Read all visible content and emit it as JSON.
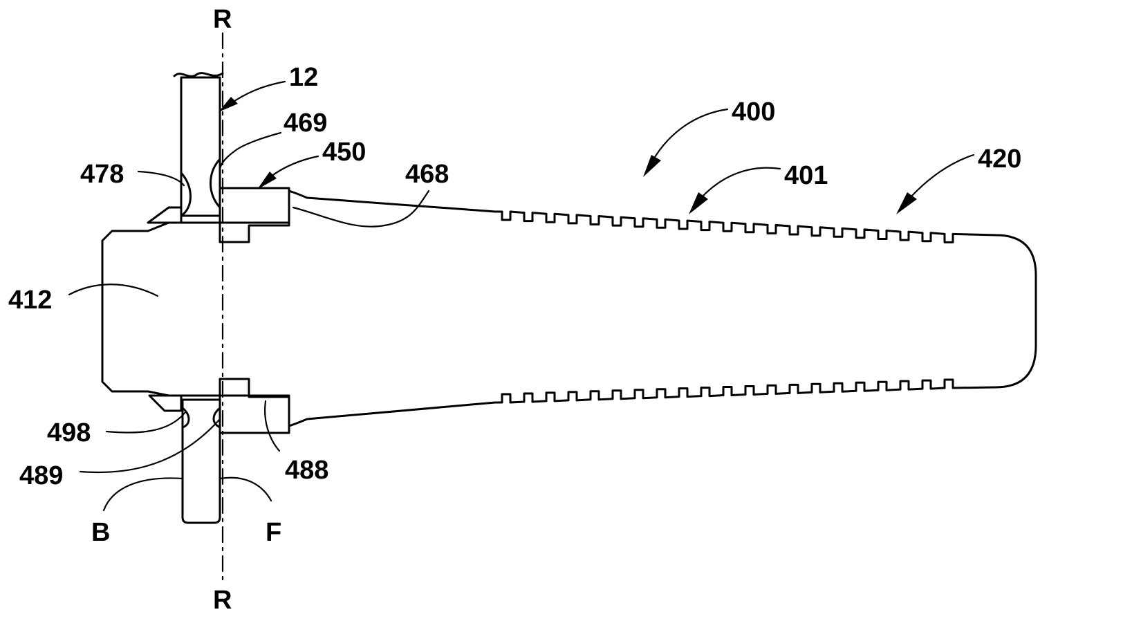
{
  "labels": {
    "r_top": "R",
    "r_bottom": "R",
    "l12": "12",
    "l469": "469",
    "l450": "450",
    "l478": "478",
    "l468": "468",
    "l400": "400",
    "l401": "401",
    "l420": "420",
    "l412": "412",
    "l498": "498",
    "l489": "489",
    "l488": "488",
    "lB": "B",
    "lF": "F"
  }
}
